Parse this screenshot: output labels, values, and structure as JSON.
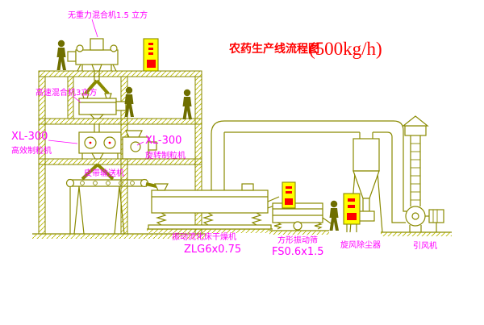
{
  "diagram": {
    "title": "农药生产线流程图",
    "capacity": "(500kg/h)"
  },
  "labels": {
    "gravity_mixer": "无重力混合机1.5 立方",
    "high_speed_mixer": "高速混合机3立方",
    "granulator_left_model": "XL-300",
    "granulator_left_name": "高效制粒机",
    "granulator_mid_model": "XL-300",
    "granulator_mid_name": "旋转制粒机",
    "belt_conveyor": "皮带输送机",
    "dryer_name": "振动流化床干燥机",
    "dryer_model": "ZLG6x0.75",
    "screen_name": "方形振动筛",
    "screen_model": "FS0.6x1.5",
    "cyclone": "旋风除尘器",
    "induced_fan": "引风机"
  },
  "colors": {
    "line": "#8a8a00",
    "hatch": "#b8b800",
    "label": "#ff00ff",
    "title": "#ff0000",
    "panel_fill": "#ffff00",
    "panel_mark": "#ff0000",
    "background": "#ffffff"
  }
}
